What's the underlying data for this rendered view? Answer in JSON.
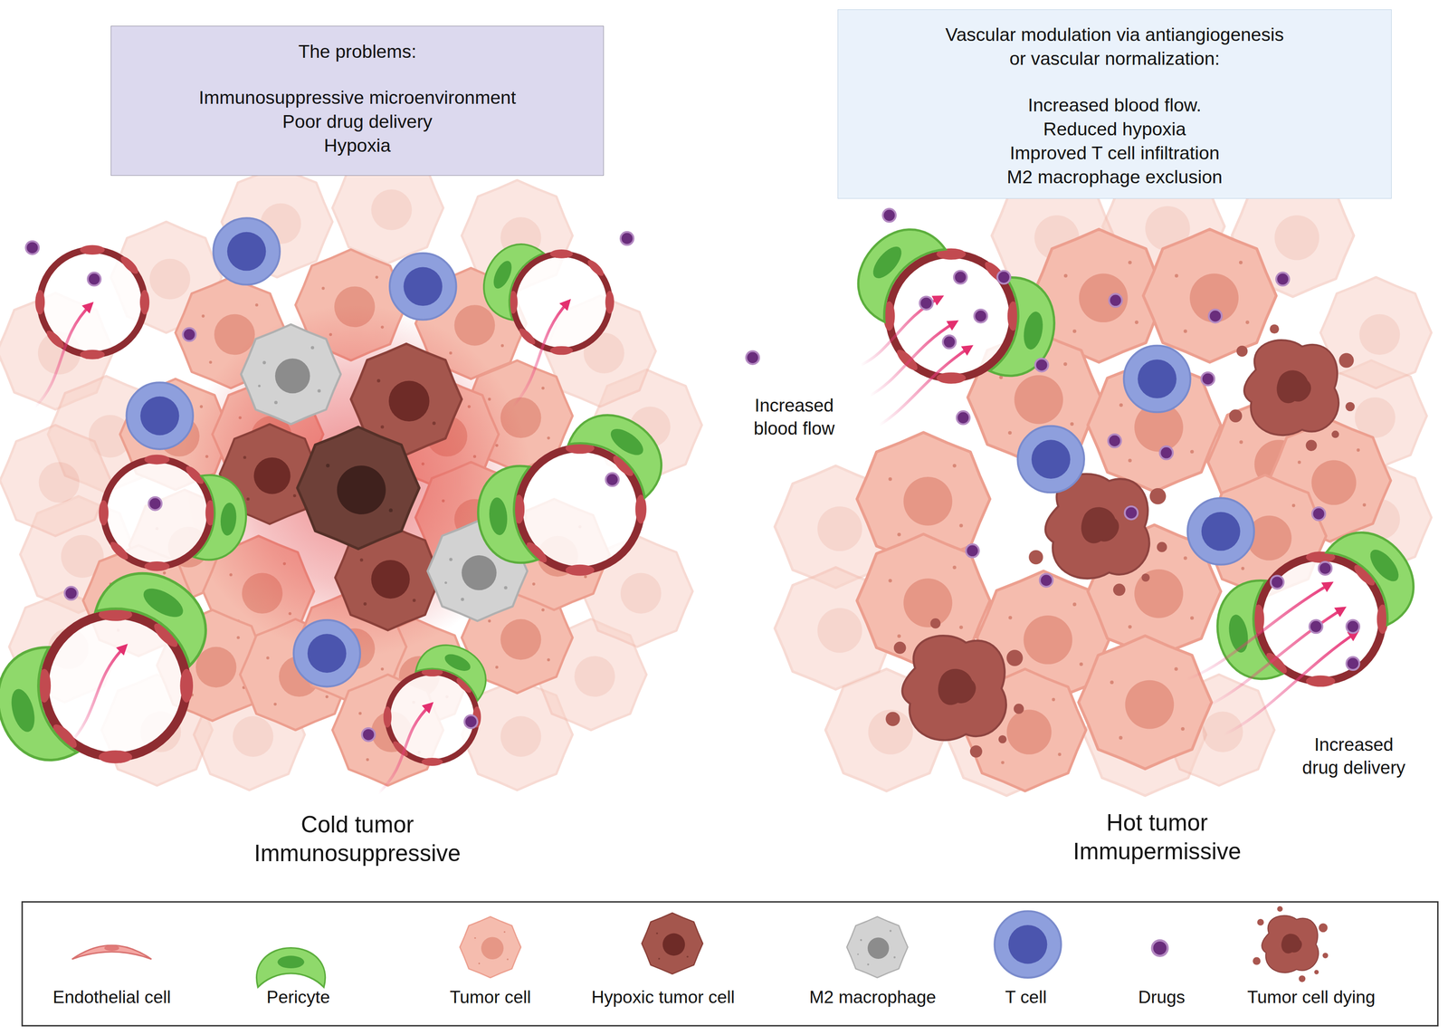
{
  "diagram": {
    "nodes": [
      {
        "text": [
          "The problems:",
          "Immunosuppressive microenvironment",
          "Poor drug delivery",
          "Hypoxia"
        ]
      },
      {
        "text": [
          "Vascular modulation via antiangiogenesis or vascular normalization:",
          "Increased blood flow.",
          "Reduced hypoxia",
          "Improved T cell infiltration",
          "M2 macrophage exclusion"
        ]
      }
    ],
    "labels": [
      "Increased blood flow",
      "Increased drug delivery",
      "Cold tumor",
      "Immunosuppressive",
      "Hot tumor",
      "Immupermissive"
    ],
    "legend": [
      {
        "text": "Endothelial cell"
      },
      {
        "text": "Pericyte"
      },
      {
        "text": "Tumor cell"
      },
      {
        "text": "Hypoxic tumor cell"
      },
      {
        "text": "M2 macrophage"
      },
      {
        "text": "T cell"
      },
      {
        "text": "Drugs"
      },
      {
        "text": "Tumor cell dying"
      }
    ]
  }
}
